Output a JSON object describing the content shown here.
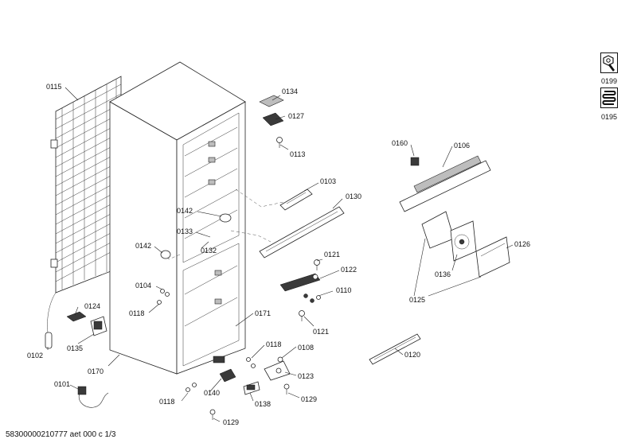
{
  "footer": "58300000210777 aet 000 c 1/3",
  "legend": [
    {
      "code": "0199",
      "icon": "wrench-nut-icon"
    },
    {
      "code": "0195",
      "icon": "coil-icon"
    }
  ],
  "parts": {
    "p0115": "0115",
    "p0134": "0134",
    "p0127": "0127",
    "p0113": "0113",
    "p0103": "0103",
    "p0130": "0130",
    "p0142a": "0142",
    "p0133": "0133",
    "p0142b": "0142",
    "p0132": "0132",
    "p0121a": "0121",
    "p0122": "0122",
    "p0104": "0104",
    "p0110": "0110",
    "p0118a": "0118",
    "p0121b": "0121",
    "p0124": "0124",
    "p0171": "0171",
    "p0135": "0135",
    "p0102": "0102",
    "p0118b": "0118",
    "p0108": "0108",
    "p0170": "0170",
    "p0123": "0123",
    "p0101": "0101",
    "p0140": "0140",
    "p0129a": "0129",
    "p0118c": "0118",
    "p0138": "0138",
    "p0129b": "0129",
    "p0160": "0160",
    "p0106": "0106",
    "p0126": "0126",
    "p0136": "0136",
    "p0125": "0125",
    "p0120": "0120"
  }
}
